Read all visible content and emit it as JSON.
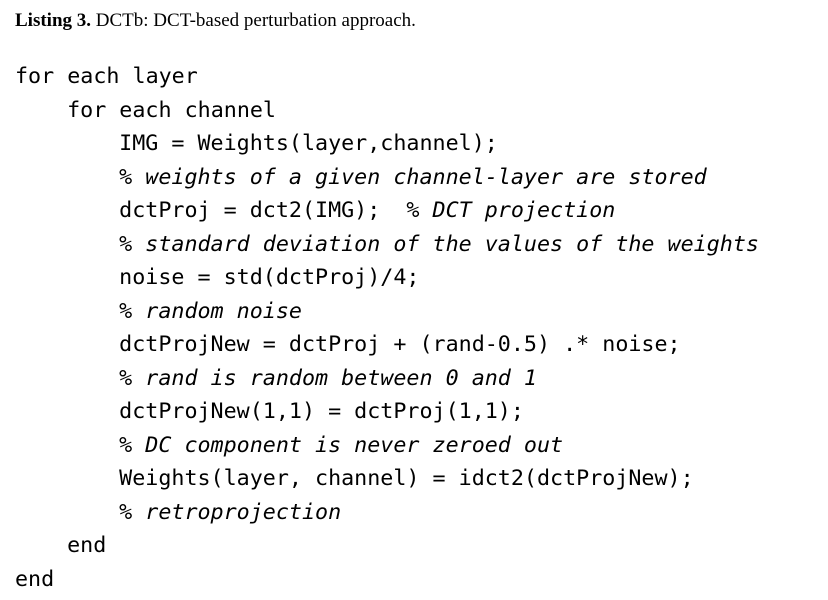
{
  "caption": {
    "label": "Listing 3.",
    "text": " DCTb: DCT-based perturbation approach."
  },
  "listing": [
    {
      "indent": 0,
      "code": "for each layer",
      "comment": ""
    },
    {
      "indent": 4,
      "code": "for each channel",
      "comment": ""
    },
    {
      "indent": 8,
      "code": "IMG = Weights(layer,channel);",
      "comment": ""
    },
    {
      "indent": 8,
      "code": "",
      "comment": "% weights of a given channel-layer are stored"
    },
    {
      "indent": 8,
      "code": "dctProj = dct2(IMG);  ",
      "comment": "% DCT projection"
    },
    {
      "indent": 8,
      "code": "",
      "comment": "% standard deviation of the values of the weights"
    },
    {
      "indent": 8,
      "code": "noise = std(dctProj)/4;",
      "comment": ""
    },
    {
      "indent": 8,
      "code": "",
      "comment": "% random noise"
    },
    {
      "indent": 8,
      "code": "dctProjNew = dctProj + (rand-0.5) .* noise;",
      "comment": ""
    },
    {
      "indent": 8,
      "code": "",
      "comment": "% rand is random between 0 and 1"
    },
    {
      "indent": 8,
      "code": "dctProjNew(1,1) = dctProj(1,1);",
      "comment": ""
    },
    {
      "indent": 8,
      "code": "",
      "comment": "% DC component is never zeroed out"
    },
    {
      "indent": 8,
      "code": "Weights(layer, channel) = idct2(dctProjNew);",
      "comment": ""
    },
    {
      "indent": 8,
      "code": "",
      "comment": "% retroprojection"
    },
    {
      "indent": 4,
      "code": "end",
      "comment": ""
    },
    {
      "indent": 0,
      "code": "end",
      "comment": ""
    }
  ]
}
